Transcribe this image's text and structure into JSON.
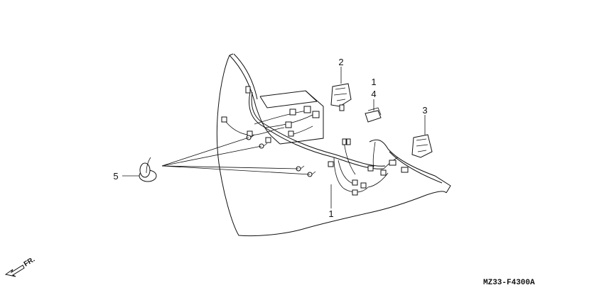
{
  "callouts": [
    {
      "id": "1a",
      "label": "1"
    },
    {
      "id": "4",
      "label": "4"
    },
    {
      "id": "2",
      "label": "2"
    },
    {
      "id": "3",
      "label": "3"
    },
    {
      "id": "5",
      "label": "5"
    },
    {
      "id": "1b",
      "label": "1"
    }
  ],
  "direction_label": "FR.",
  "diagram_code": "MZ33-F4300A"
}
